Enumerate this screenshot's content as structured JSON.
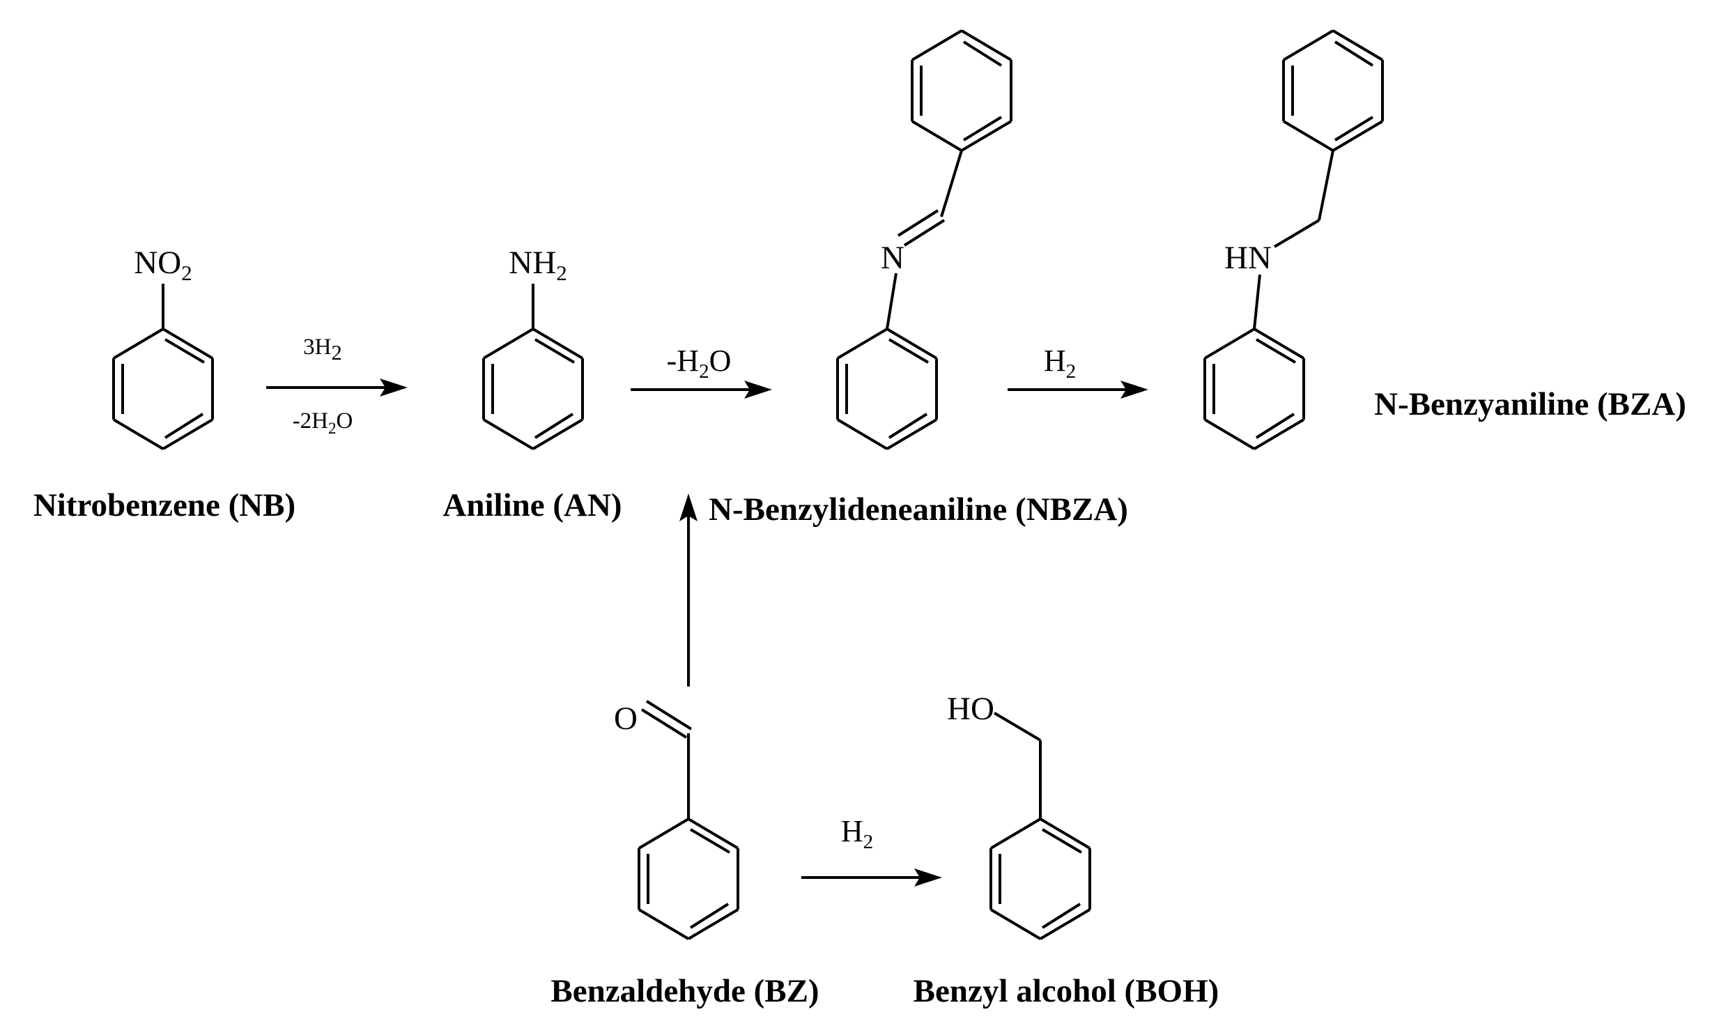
{
  "scheme": {
    "compounds": {
      "nitrobenzene": {
        "label": "Nitrobenzene (NB)",
        "group_main": "NO",
        "group_sub": "2"
      },
      "aniline": {
        "label": "Aniline (AN)",
        "group_main": "NH",
        "group_sub": "2"
      },
      "nbza": {
        "label": "N-Benzylideneaniline (NBZA)",
        "atom": "N"
      },
      "bza": {
        "label": "N-Benzyaniline (BZA)",
        "atom": "HN"
      },
      "benzaldehyde": {
        "label": "Benzaldehyde (BZ)",
        "atom": "O"
      },
      "benzyl_alcohol": {
        "label": "Benzyl alcohol (BOH)",
        "atom": "HO"
      }
    },
    "reactions": {
      "nb_to_an": {
        "above": {
          "pre": "3H",
          "sub": "2",
          "post": ""
        },
        "below": {
          "pre": "-2H",
          "sub": "2",
          "post": "O"
        }
      },
      "an_to_nbza": {
        "above": {
          "pre": "-H",
          "sub": "2",
          "post": "O"
        }
      },
      "nbza_to_bza": {
        "above": {
          "pre": "H",
          "sub": "2",
          "post": ""
        }
      },
      "bz_to_boh": {
        "above": {
          "pre": "H",
          "sub": "2",
          "post": ""
        }
      }
    }
  }
}
